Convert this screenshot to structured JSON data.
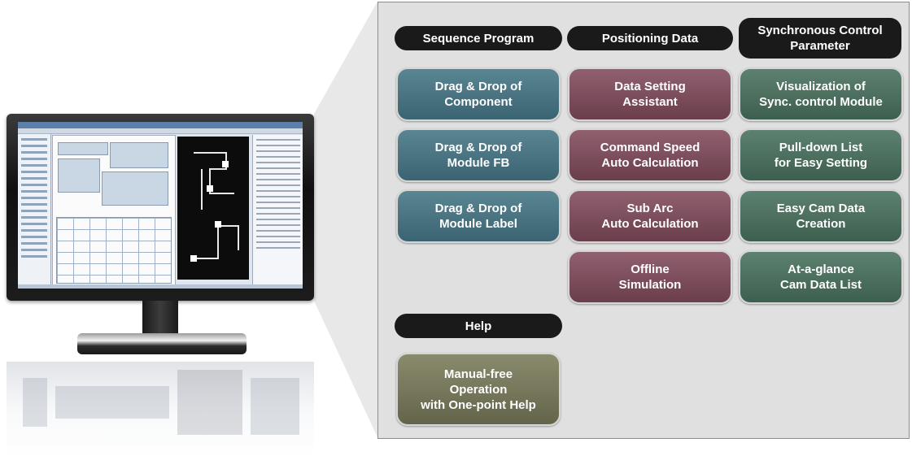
{
  "columns": [
    {
      "header": "Sequence Program",
      "color": "#456d7a",
      "cards": [
        "Drag & Drop of\nComponent",
        "Drag & Drop of\nModule FB",
        "Drag & Drop of\nModule Label"
      ]
    },
    {
      "header": "Positioning Data",
      "color": "#7a4b5a",
      "cards": [
        "Data Setting\nAssistant",
        "Command Speed\nAuto Calculation",
        "Sub Arc\nAuto Calculation",
        "Offline\nSimulation"
      ]
    },
    {
      "header": "Synchronous Control\nParameter",
      "color": "#4a6b5b",
      "cards": [
        "Visualization of\nSync. control Module",
        "Pull-down List\nfor Easy Setting",
        "Easy Cam Data\nCreation",
        "At-a-glance\nCam Data List"
      ]
    }
  ],
  "help": {
    "header": "Help",
    "color": "#727357",
    "card": "Manual-free\nOperation\nwith One-point Help"
  }
}
